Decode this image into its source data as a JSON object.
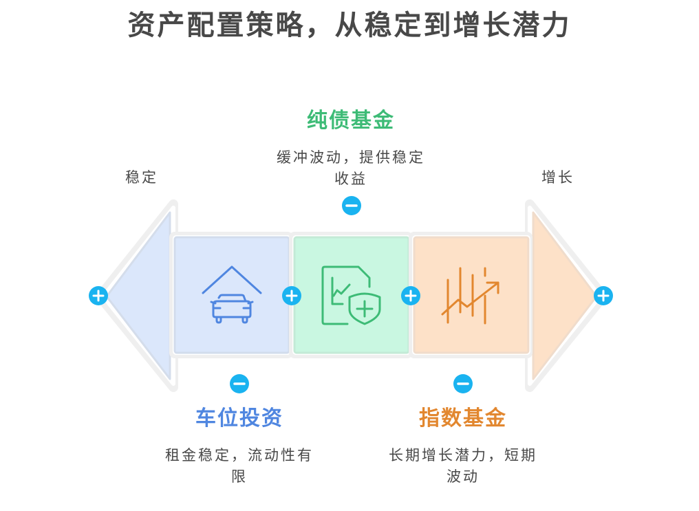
{
  "title": "资产配置策略，从稳定到增长潜力",
  "end_labels": {
    "left": "稳定",
    "right": "增长"
  },
  "colors": {
    "blue_fill": "#dbe7fb",
    "blue_stroke": "#4f86e0",
    "green_fill": "#c9f7e1",
    "green_stroke": "#3dbb76",
    "orange_fill": "#fde1c8",
    "orange_stroke": "#e2872f",
    "node": "#1ab3f0",
    "outline": "#efefef",
    "text": "#484848"
  },
  "items": [
    {
      "heading": "车位投资",
      "description": "租金稳定，流动性有限",
      "desc_line1": "租金稳定，流动性有",
      "desc_line2": "限",
      "icon": "car-garage-icon",
      "color": "#4f86e0"
    },
    {
      "heading": "纯债基金",
      "description": "缓冲波动，提供稳定收益",
      "desc_line1": "缓冲波动，提供稳定",
      "desc_line2": "收益",
      "icon": "document-chart-shield-icon",
      "color": "#3dbb76"
    },
    {
      "heading": "指数基金",
      "description": "长期增长潜力，短期波动",
      "desc_line1": "长期增长潜力，短期",
      "desc_line2": "波动",
      "icon": "growth-chart-arrow-icon",
      "color": "#e2872f"
    }
  ],
  "connectors": {
    "plus_nodes": 4,
    "minus_nodes": 3
  }
}
